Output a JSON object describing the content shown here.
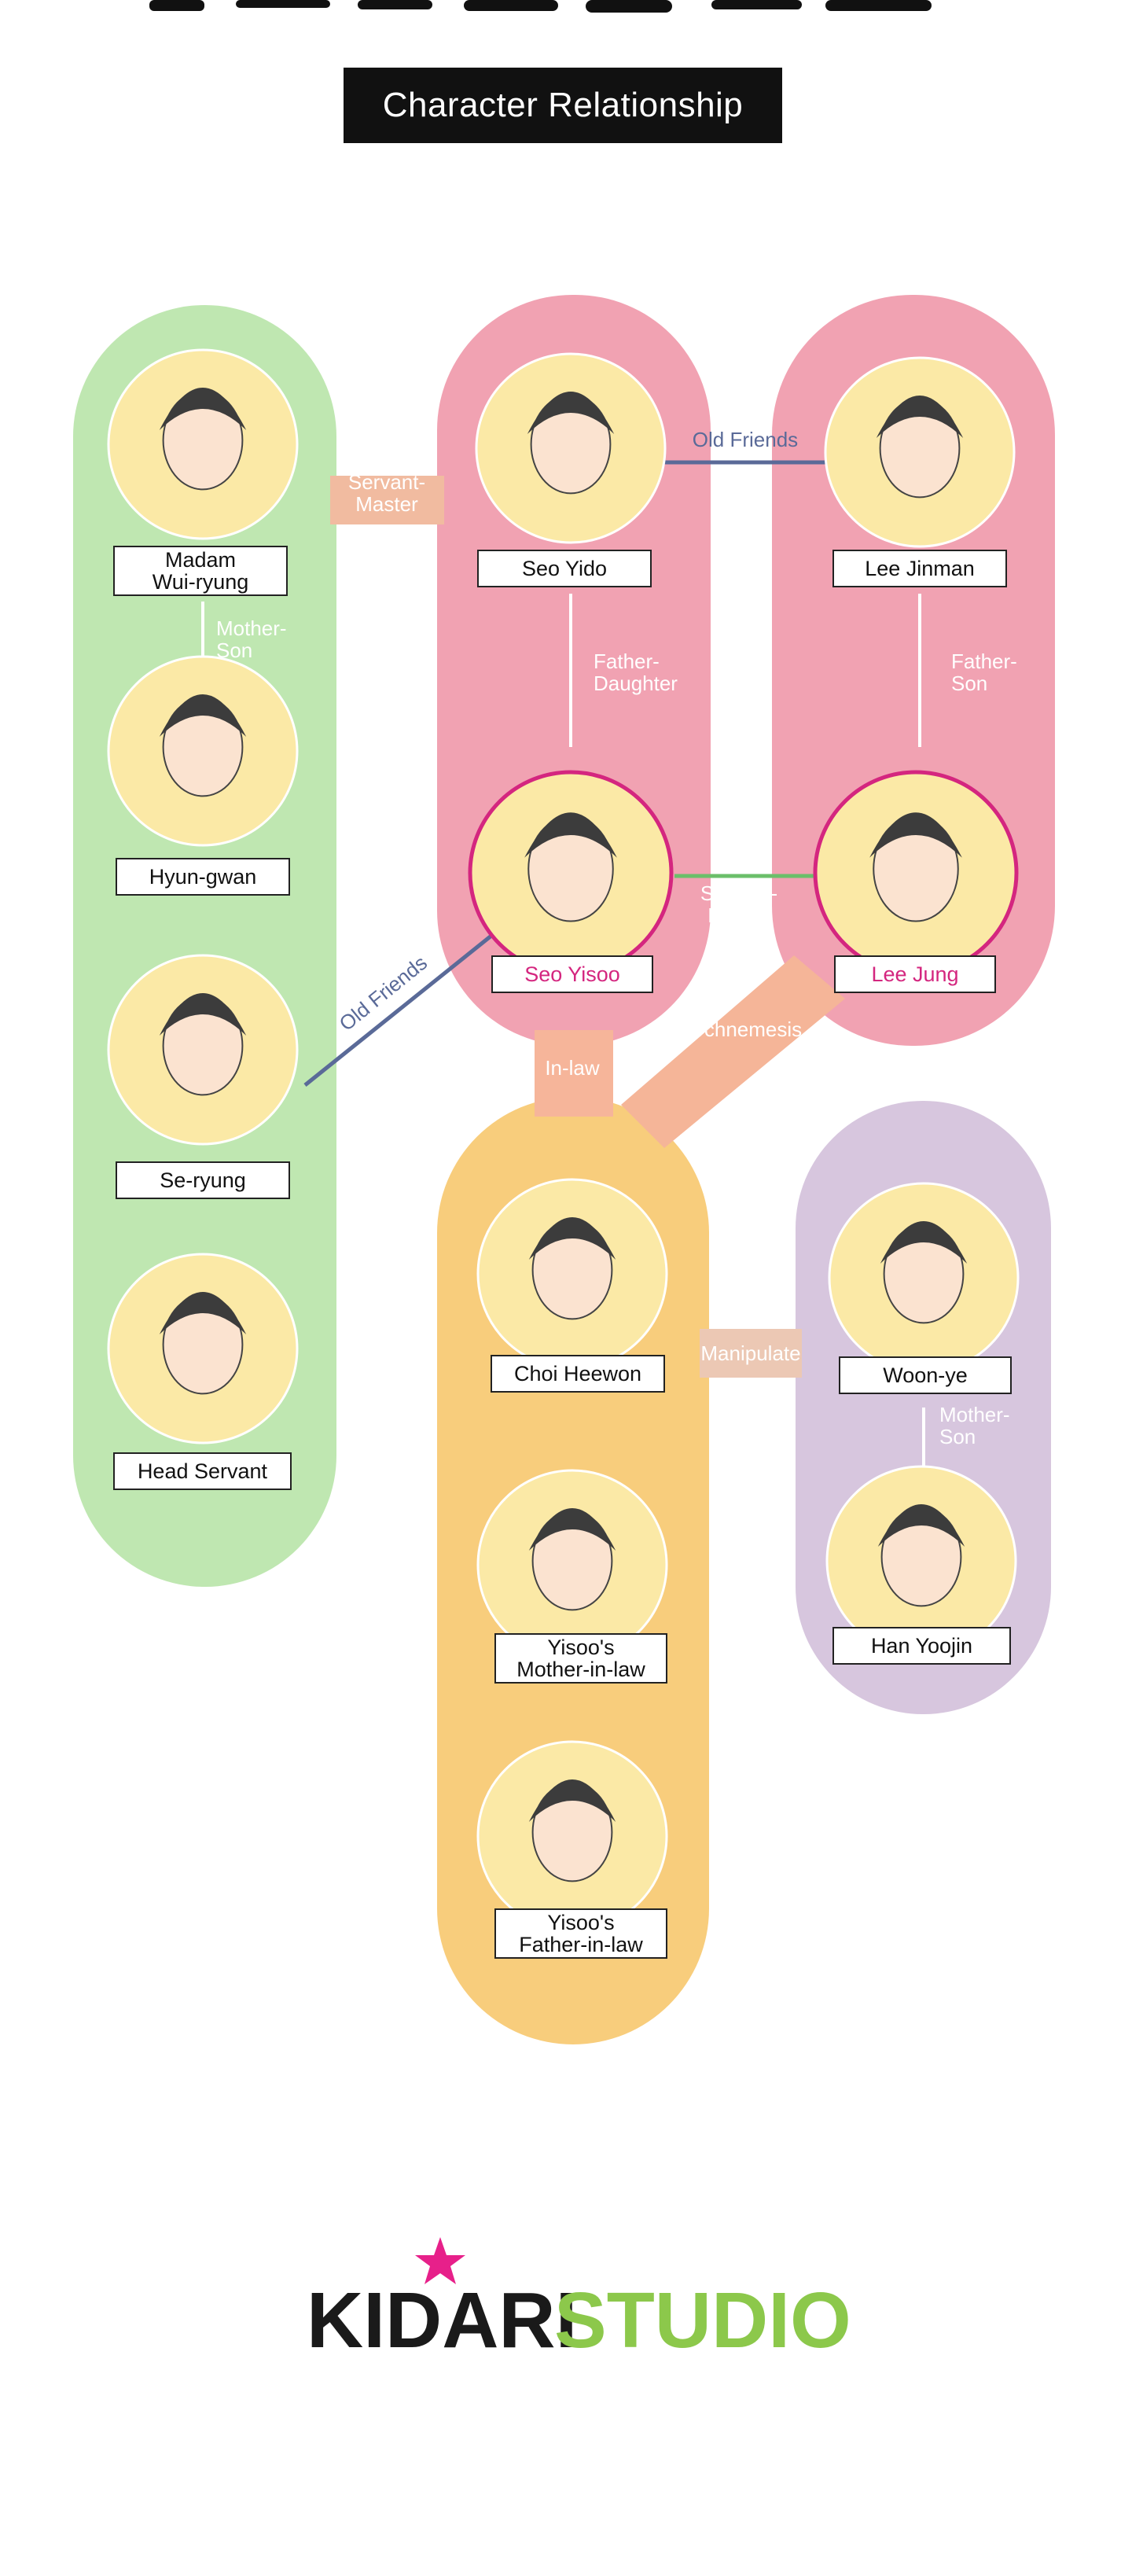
{
  "header": {
    "title": "Character Relationship"
  },
  "colors": {
    "green_group": "#bfe7b1",
    "pink_group": "#f1a2b2",
    "orange_group": "#f8cd7c",
    "purple_group": "#d7c6de",
    "portrait_bg": "#fbe9a6",
    "highlight_ring": "#d4267f",
    "line_blue": "#5a6a98",
    "line_green": "#6bbf6a",
    "label_white": "#ffffff",
    "label_pink": "#d4267f",
    "logo_dark": "#1a1a1a",
    "logo_green": "#8cc84b",
    "logo_pink": "#e7208a"
  },
  "characters": [
    {
      "id": "madam",
      "name": "Madam\nWui-ryung",
      "highlight": false
    },
    {
      "id": "hyungwan",
      "name": "Hyun-gwan",
      "highlight": false
    },
    {
      "id": "seryung",
      "name": "Se-ryung",
      "highlight": false
    },
    {
      "id": "headservant",
      "name": "Head Servant",
      "highlight": false
    },
    {
      "id": "seoyido",
      "name": "Seo Yido",
      "highlight": false
    },
    {
      "id": "seoyisoo",
      "name": "Seo Yisoo",
      "highlight": true
    },
    {
      "id": "leejinman",
      "name": "Lee Jinman",
      "highlight": false
    },
    {
      "id": "leejung",
      "name": "Lee Jung",
      "highlight": true
    },
    {
      "id": "choiheewon",
      "name": "Choi Heewon",
      "highlight": false
    },
    {
      "id": "motherinlaw",
      "name": "Yisoo's\nMother-in-law",
      "highlight": false
    },
    {
      "id": "fatherinlaw",
      "name": "Yisoo's\nFather-in-law",
      "highlight": false
    },
    {
      "id": "woonye",
      "name": "Woon-ye",
      "highlight": false
    },
    {
      "id": "hanyoojin",
      "name": "Han Yoojin",
      "highlight": false
    }
  ],
  "relations": [
    {
      "id": "madam-hyungwan",
      "label": "Mother-\nSon"
    },
    {
      "id": "madam-seoyido",
      "label": "Servant-\nMaster"
    },
    {
      "id": "seoyido-leejinman",
      "label": "Old Friends"
    },
    {
      "id": "seoyido-seoyisoo",
      "label": "Father-\nDaughter"
    },
    {
      "id": "leejinman-leejung",
      "label": "Father-\nSon"
    },
    {
      "id": "seoyisoo-leejung",
      "label": "Servant-\nMaster"
    },
    {
      "id": "seryung-seoyisoo",
      "label": "Old Friends"
    },
    {
      "id": "seoyisoo-choi",
      "label": "In-law"
    },
    {
      "id": "leejung-choi",
      "label": "Archnemesis"
    },
    {
      "id": "choi-woonye",
      "label": "Manipulate"
    },
    {
      "id": "woonye-hanyoojin",
      "label": "Mother-\nSon"
    }
  ],
  "footer": {
    "logo_part1": "KIDARI",
    "logo_part2": "STUDIO"
  }
}
